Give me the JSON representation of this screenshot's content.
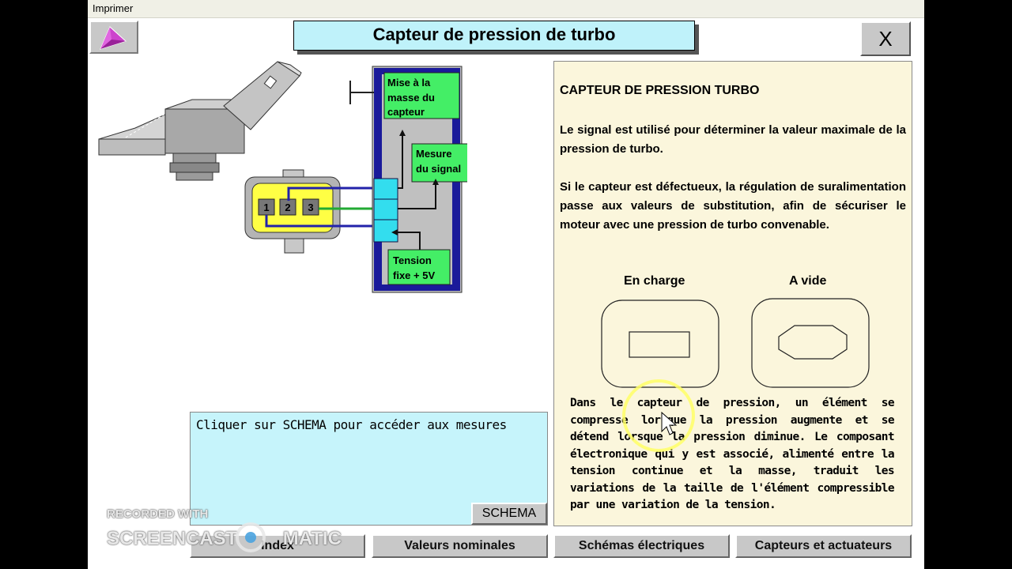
{
  "menu": {
    "print": "Imprimer"
  },
  "header": {
    "title": "Capteur de pression de turbo",
    "close_label": "X"
  },
  "diagram": {
    "ground_label": [
      "Mise à la",
      "masse du",
      "capteur"
    ],
    "signal_label": [
      "Mesure",
      "du signal"
    ],
    "voltage_label": [
      "Tension",
      "fixe + 5V"
    ],
    "pins": [
      "1",
      "2",
      "3"
    ]
  },
  "info": {
    "title": "CAPTEUR DE PRESSION TURBO",
    "p1": "Le signal est utilisé pour déterminer la valeur maximale de la pression de turbo.",
    "p2": "Si le capteur est défectueux, la régulation de suralimentation passe aux valeurs de substitution, afin de sécuriser le moteur avec une pression de turbo convenable.",
    "label_charge": "En charge",
    "label_vide": "A vide",
    "p3": "Dans le capteur de pression, un élément se compresse lorsque la pression augmente et se détend lorsque la pression diminue. Le composant électronique qui y est associé, alimenté entre la tension continue et la masse, traduit les variations de la taille de l'élément compressible par une variation de la tension."
  },
  "hint": {
    "text": "Cliquer sur SCHEMA pour accéder aux mesures",
    "schema_button": "SCHEMA"
  },
  "bottom_nav": {
    "index": "Index",
    "nominal": "Valeurs nominales",
    "schemas": "Schémas électriques",
    "sensors": "Capteurs et actuateurs"
  },
  "watermark": {
    "line1": "RECORDED WITH",
    "line2": "SCREENCAST",
    "line3": "MATIC"
  },
  "colors": {
    "title_bg": "#bff2fa",
    "info_bg": "#fbf6dc",
    "hint_bg": "#c6f4fb",
    "connector_yellow": "#ffff44",
    "box_green": "#44ee66",
    "ecu_blue": "#1a1a9a",
    "terminal_cyan": "#33ddee",
    "arrow_magenta": "#cc44cc"
  },
  "icons": {
    "nav": "play-triangle-icon",
    "cursor": "mouse-pointer-icon"
  }
}
